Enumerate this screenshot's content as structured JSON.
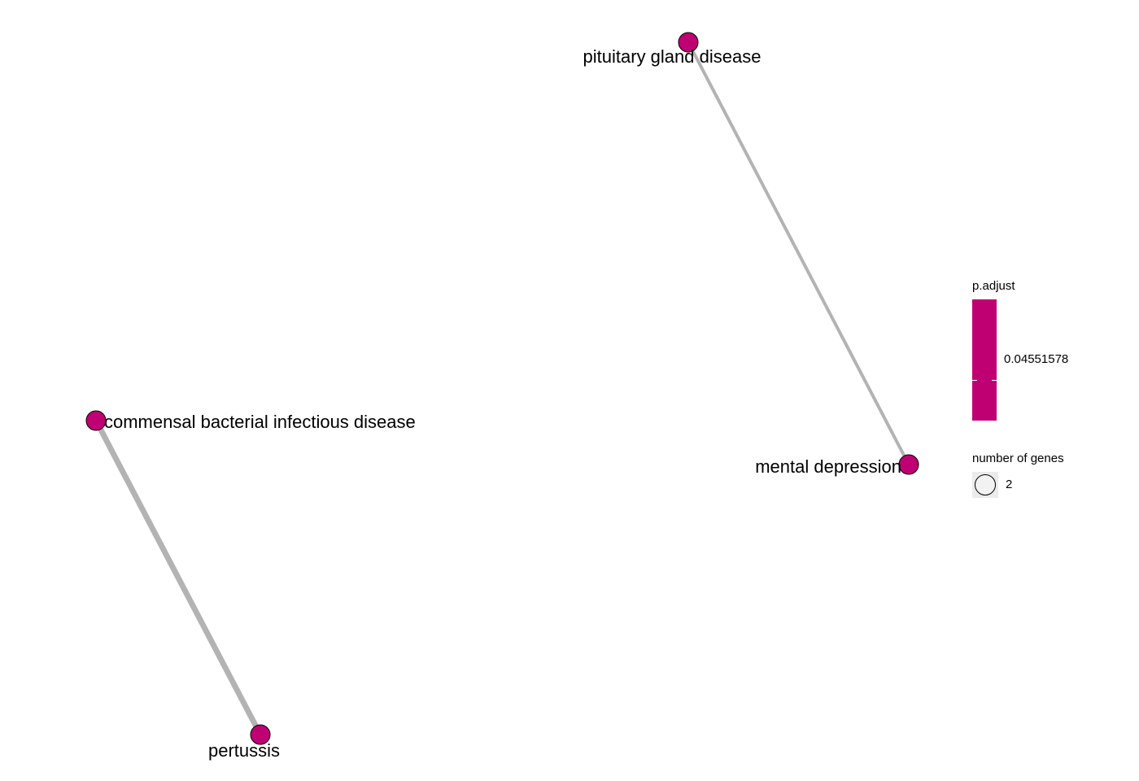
{
  "node_color": "#bf0073",
  "edge_color": "#b3b3b3",
  "nodes": [
    {
      "id": "pituitary",
      "label": "pituitary gland disease"
    },
    {
      "id": "mental",
      "label": "mental depression"
    },
    {
      "id": "commensal",
      "label": "commensal bacterial infectious disease"
    },
    {
      "id": "pertussis",
      "label": "pertussis"
    }
  ],
  "edges": [
    {
      "source": "pituitary",
      "target": "mental",
      "weight": "thin"
    },
    {
      "source": "commensal",
      "target": "pertussis",
      "weight": "thick"
    }
  ],
  "legend": {
    "padjust": {
      "title": "p.adjust",
      "value": "0.04551578",
      "color": "#bf0073"
    },
    "size": {
      "title": "number of genes",
      "value": "2"
    }
  }
}
